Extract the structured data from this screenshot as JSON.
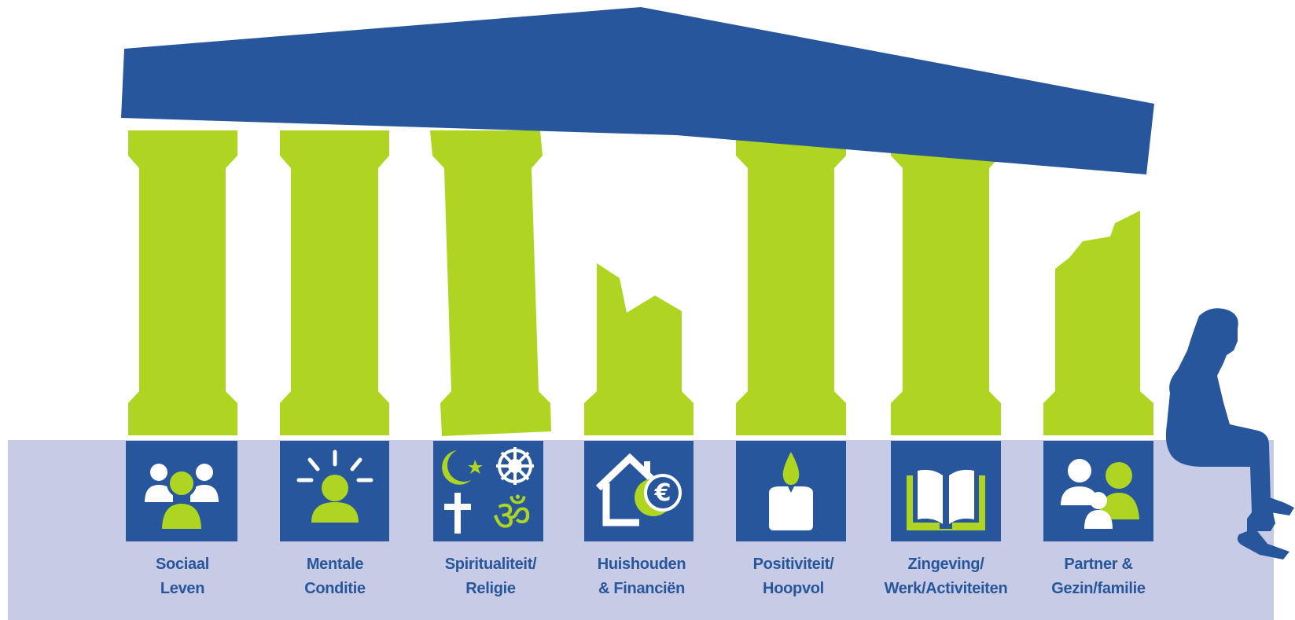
{
  "colors": {
    "roof": "#27569c",
    "pillar": "#add521",
    "base": "#c8cbe5",
    "icon_tile": "#27569c",
    "label_text": "#27569c",
    "person": "#27569c",
    "icon_glyph": "#ffffff",
    "icon_accent": "#add521"
  },
  "pillars": [
    {
      "id": "sociaal",
      "icon": "group-of-people-icon",
      "line1": "Sociaal",
      "line2": "Leven",
      "condition": "intact"
    },
    {
      "id": "mentale",
      "icon": "person-with-idea-icon",
      "line1": "Mentale",
      "line2": "Conditie",
      "condition": "intact"
    },
    {
      "id": "spiritualiteit",
      "icon": "religious-symbols-icon",
      "line1": "Spiritualiteit/",
      "line2": "Religie",
      "condition": "tilted"
    },
    {
      "id": "huishouden",
      "icon": "house-with-euro-icon",
      "line1": "Huishouden",
      "line2": "& Financiën",
      "condition": "broken"
    },
    {
      "id": "positiviteit",
      "icon": "candle-icon",
      "line1": "Positiviteit/",
      "line2": "Hoopvol",
      "condition": "intact"
    },
    {
      "id": "zingeving",
      "icon": "open-book-icon",
      "line1": "Zingeving/",
      "line2": "Werk/Activiteiten",
      "condition": "intact"
    },
    {
      "id": "partner",
      "icon": "family-icon",
      "line1": "Partner &",
      "line2": "Gezin/familie",
      "condition": "broken"
    }
  ],
  "figure": {
    "icon": "sitting-person-icon"
  }
}
